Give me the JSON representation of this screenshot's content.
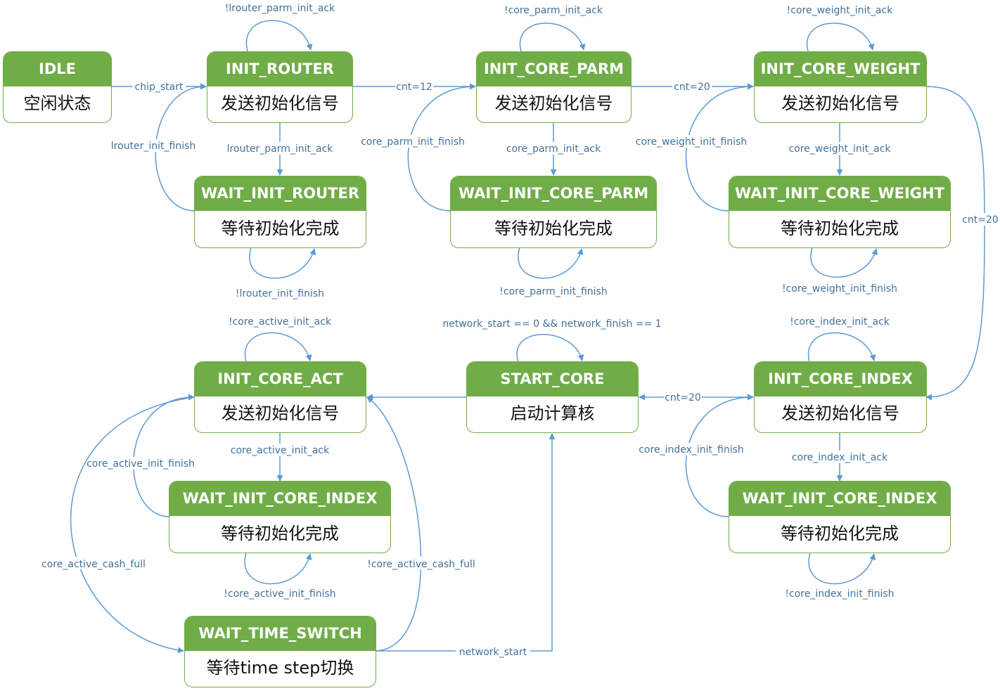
{
  "colors": {
    "state_fill": "#70ad47",
    "state_title_text": "#ffffff",
    "arrow": "#5b9bd5",
    "edge_label_text": "#41719c"
  },
  "states": {
    "idle": {
      "title": "IDLE",
      "desc": "空闲状态"
    },
    "init_router": {
      "title": "INIT_ROUTER",
      "desc": "发送初始化信号"
    },
    "init_core_parm": {
      "title": "INIT_CORE_PARM",
      "desc": "发送初始化信号"
    },
    "init_core_weight": {
      "title": "INIT_CORE_WEIGHT",
      "desc": "发送初始化信号"
    },
    "wait_init_router": {
      "title": "WAIT_INIT_ROUTER",
      "desc": "等待初始化完成"
    },
    "wait_init_core_parm": {
      "title": "WAIT_INIT_CORE_PARM",
      "desc": "等待初始化完成"
    },
    "wait_init_core_weight": {
      "title": "WAIT_INIT_CORE_WEIGHT",
      "desc": "等待初始化完成"
    },
    "init_core_act": {
      "title": "INIT_CORE_ACT",
      "desc": "发送初始化信号"
    },
    "start_core": {
      "title": "START_CORE",
      "desc": "启动计算核"
    },
    "init_core_index": {
      "title": "INIT_CORE_INDEX",
      "desc": "发送初始化信号"
    },
    "wait_init_core_act": {
      "title": "WAIT_INIT_CORE_INDEX",
      "desc": "等待初始化完成"
    },
    "wait_init_core_index": {
      "title": "WAIT_INIT_CORE_INDEX",
      "desc": "等待初始化完成"
    },
    "wait_time_switch": {
      "title": "WAIT_TIME_SWITCH",
      "desc": "等待time step切换"
    }
  },
  "edges": {
    "chip_start": "chip_start",
    "router_parm_init_ack_self": "!lrouter_parm_init_ack",
    "router_parm_init_ack": "lrouter_parm_init_ack",
    "router_init_finish": "lrouter_init_finish",
    "router_init_finish_self": "!lrouter_init_finish",
    "cnt12": "cnt=12",
    "core_parm_init_ack_self": "!core_parm_init_ack",
    "core_parm_init_ack": "core_parm_init_ack",
    "core_parm_init_finish": "core_parm_init_finish",
    "core_parm_init_finish_self": "!core_parm_init_finish",
    "cnt20_a": "cnt=20",
    "core_weight_init_ack_self": "!core_weight_init_ack",
    "core_weight_init_ack": "core_weight_init_ack",
    "core_weight_init_finish": "core_weight_init_finish",
    "core_weight_init_finish_self": "!core_weight_init_finish",
    "cnt20_b": "cnt=20",
    "core_index_init_ack_self": "!core_index_init_ack",
    "core_index_init_ack": "core_index_init_ack",
    "core_index_init_finish": "core_index_init_finish",
    "core_index_init_finish_self": "!core_index_init_finish",
    "cnt20_c": "cnt=20",
    "network_start_self": "network_start == 0 && network_finish == 1",
    "core_active_init_ack_self": "!core_active_init_ack",
    "core_active_init_ack": "core_active_init_ack",
    "core_active_init_finish": "core_active_init_finish",
    "core_active_init_finish_self": "!core_active_init_finish",
    "core_active_cash_full": "core_active_cash_full",
    "core_active_cash_full_not": "!core_active_cash_full",
    "network_start": "network_start"
  }
}
